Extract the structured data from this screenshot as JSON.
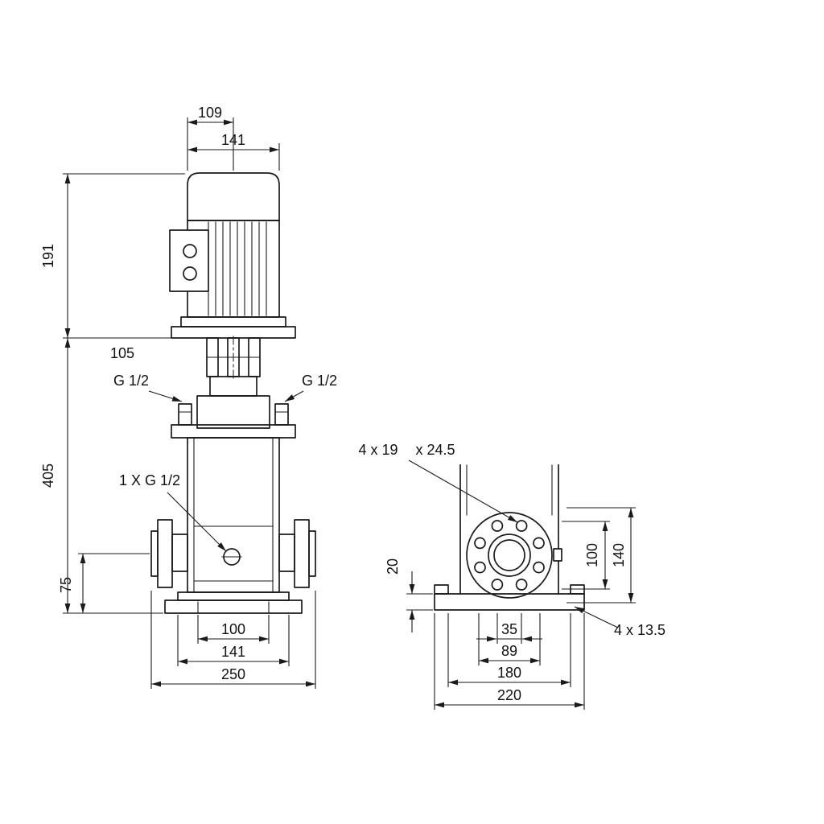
{
  "front_view": {
    "dims": {
      "w109": "109",
      "w141": "141",
      "h191": "191",
      "h105": "105",
      "h405": "405",
      "port_left": "G 1/2",
      "port_right": "G 1/2",
      "drain": "1 X G 1/2",
      "h75": "75",
      "b100": "100",
      "b141": "141",
      "b250": "250"
    }
  },
  "side_view": {
    "dims": {
      "flange_holes": "4 x 19",
      "flange_spotface": "x 24.5",
      "t20": "20",
      "v100": "100",
      "v140": "140",
      "b35": "35",
      "b89": "89",
      "b180": "180",
      "b220": "220",
      "base_holes": "4 x 13.5"
    }
  },
  "colors": {
    "line": "#1a1a1a",
    "background": "#ffffff"
  }
}
